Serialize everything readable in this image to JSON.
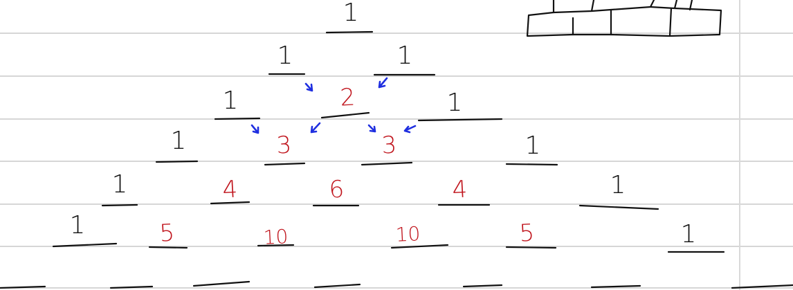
{
  "colors": {
    "ink_black": "#111111",
    "ink_red": "#c0141c",
    "ink_blue": "#1f2fe0",
    "rule_line": "#d6d6d6",
    "margin_line": "#d9d9d9"
  },
  "triangle": {
    "rows": [
      [
        {
          "text": "1",
          "color": "black"
        }
      ],
      [
        {
          "text": "1",
          "color": "black"
        },
        {
          "text": "1",
          "color": "black"
        }
      ],
      [
        {
          "text": "1",
          "color": "black"
        },
        {
          "text": "2",
          "color": "red"
        },
        {
          "text": "1",
          "color": "black"
        }
      ],
      [
        {
          "text": "1",
          "color": "black"
        },
        {
          "text": "3",
          "color": "red"
        },
        {
          "text": "3",
          "color": "red"
        },
        {
          "text": "1",
          "color": "black"
        }
      ],
      [
        {
          "text": "1",
          "color": "black"
        },
        {
          "text": "4",
          "color": "red"
        },
        {
          "text": "6",
          "color": "red"
        },
        {
          "text": "4",
          "color": "red"
        },
        {
          "text": "1",
          "color": "black"
        }
      ],
      [
        {
          "text": "1",
          "color": "black"
        },
        {
          "text": "5",
          "color": "red"
        },
        {
          "text": "10",
          "color": "red"
        },
        {
          "text": "10",
          "color": "red"
        },
        {
          "text": "5",
          "color": "red"
        },
        {
          "text": "1",
          "color": "black"
        }
      ]
    ]
  }
}
